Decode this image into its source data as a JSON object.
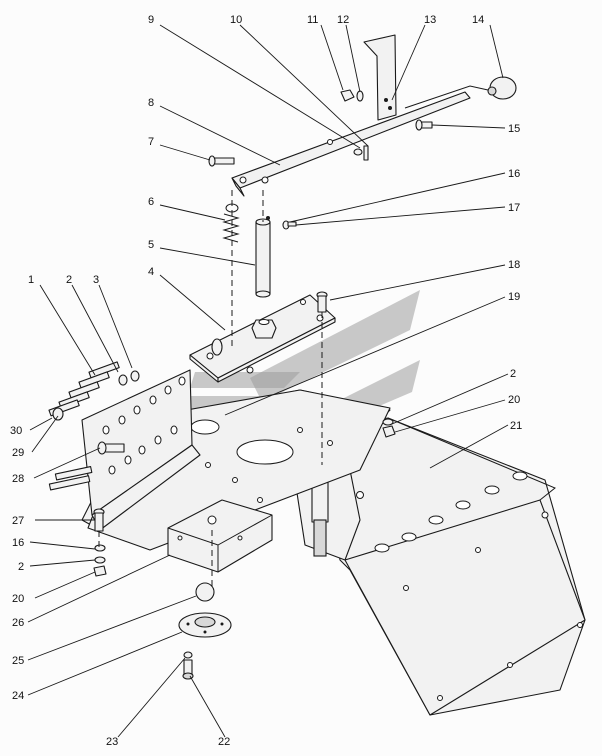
{
  "labels": [
    {
      "id": "1",
      "text": "1"
    },
    {
      "id": "2a",
      "text": "2"
    },
    {
      "id": "3",
      "text": "3"
    },
    {
      "id": "4",
      "text": "4"
    },
    {
      "id": "5",
      "text": "5"
    },
    {
      "id": "6",
      "text": "6"
    },
    {
      "id": "7",
      "text": "7"
    },
    {
      "id": "8",
      "text": "8"
    },
    {
      "id": "9",
      "text": "9"
    },
    {
      "id": "10",
      "text": "10"
    },
    {
      "id": "11",
      "text": "11"
    },
    {
      "id": "12",
      "text": "12"
    },
    {
      "id": "13",
      "text": "13"
    },
    {
      "id": "14",
      "text": "14"
    },
    {
      "id": "15",
      "text": "15"
    },
    {
      "id": "16a",
      "text": "16"
    },
    {
      "id": "17",
      "text": "17"
    },
    {
      "id": "18",
      "text": "18"
    },
    {
      "id": "19",
      "text": "19"
    },
    {
      "id": "2b",
      "text": "2"
    },
    {
      "id": "20a",
      "text": "20"
    },
    {
      "id": "21",
      "text": "21"
    },
    {
      "id": "30",
      "text": "30"
    },
    {
      "id": "29",
      "text": "29"
    },
    {
      "id": "28",
      "text": "28"
    },
    {
      "id": "27",
      "text": "27"
    },
    {
      "id": "16b",
      "text": "16"
    },
    {
      "id": "2c",
      "text": "2"
    },
    {
      "id": "20b",
      "text": "20"
    },
    {
      "id": "26",
      "text": "26"
    },
    {
      "id": "25",
      "text": "25"
    },
    {
      "id": "24",
      "text": "24"
    },
    {
      "id": "23",
      "text": "23"
    },
    {
      "id": "22",
      "text": "22"
    }
  ]
}
